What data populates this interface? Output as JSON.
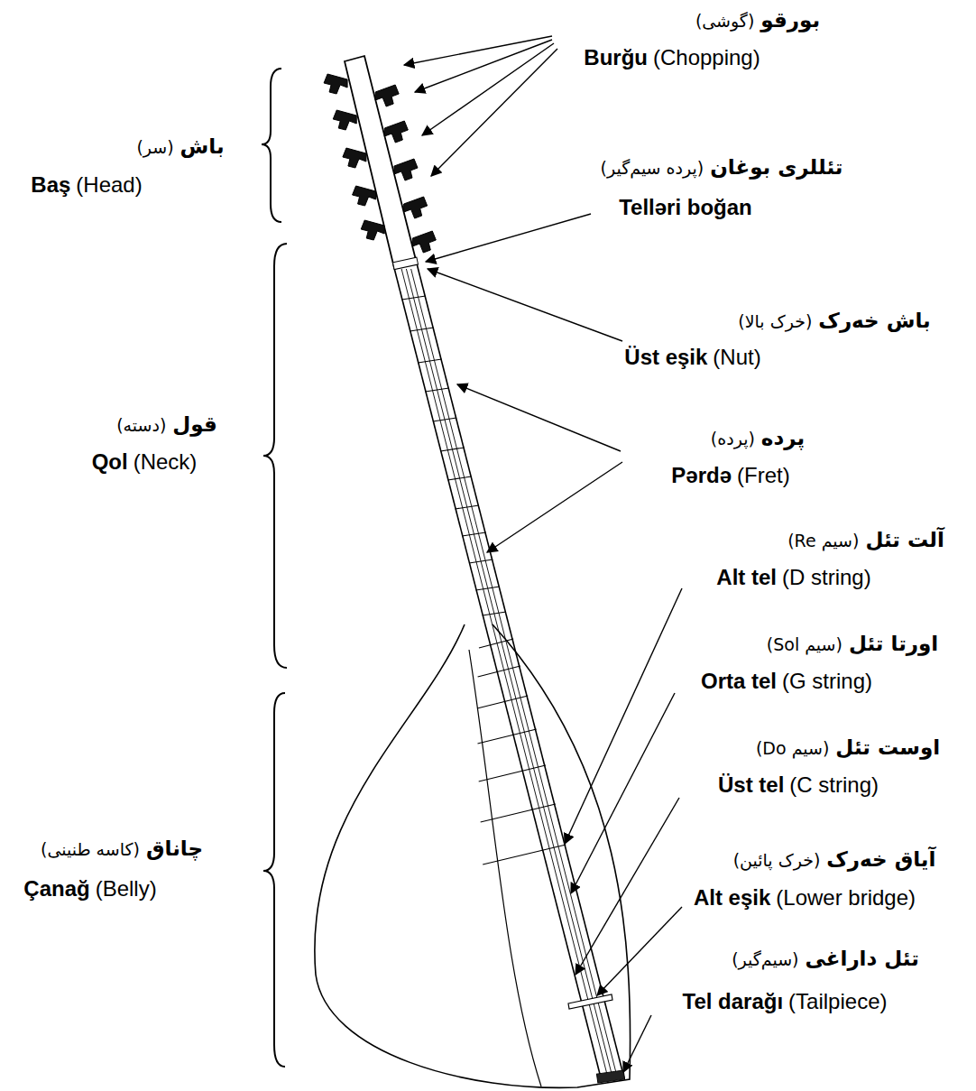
{
  "diagram": {
    "labels": [
      "بورقو",
      "(گوشی)",
      "Burğu",
      "(Chopping)",
      "باش",
      "(سر)",
      "Baş",
      "(Head)",
      "تئللری بوغان",
      "(پرده سیم‌گیر)",
      "Telləri boğan",
      "باش خەرک",
      "(خرک بالا)",
      "Üst eşik",
      "(Nut)",
      "قول",
      "(دسته)",
      "Qol",
      "(Neck)",
      "پرده",
      "(پرده)",
      "Pərdə",
      "(Fret)",
      "آلت تئل",
      "(سیم Re)",
      "Alt tel",
      "(D string)",
      "اورتا تئل",
      "(سیم Sol)",
      "Orta tel",
      "(G string)",
      "اوست تئل",
      "(سیم Do)",
      "Üst tel",
      "(C string)",
      "چاناق",
      "(کاسه طنینی)",
      "Çanağ",
      "(Belly)",
      "آیاق خەرک",
      "(خرک پائین)",
      "Alt eşik",
      "(Lower bridge)",
      "تئل داراغی",
      "(سیم‌گیر)",
      "Tel darağı",
      "(Tailpiece)"
    ]
  }
}
